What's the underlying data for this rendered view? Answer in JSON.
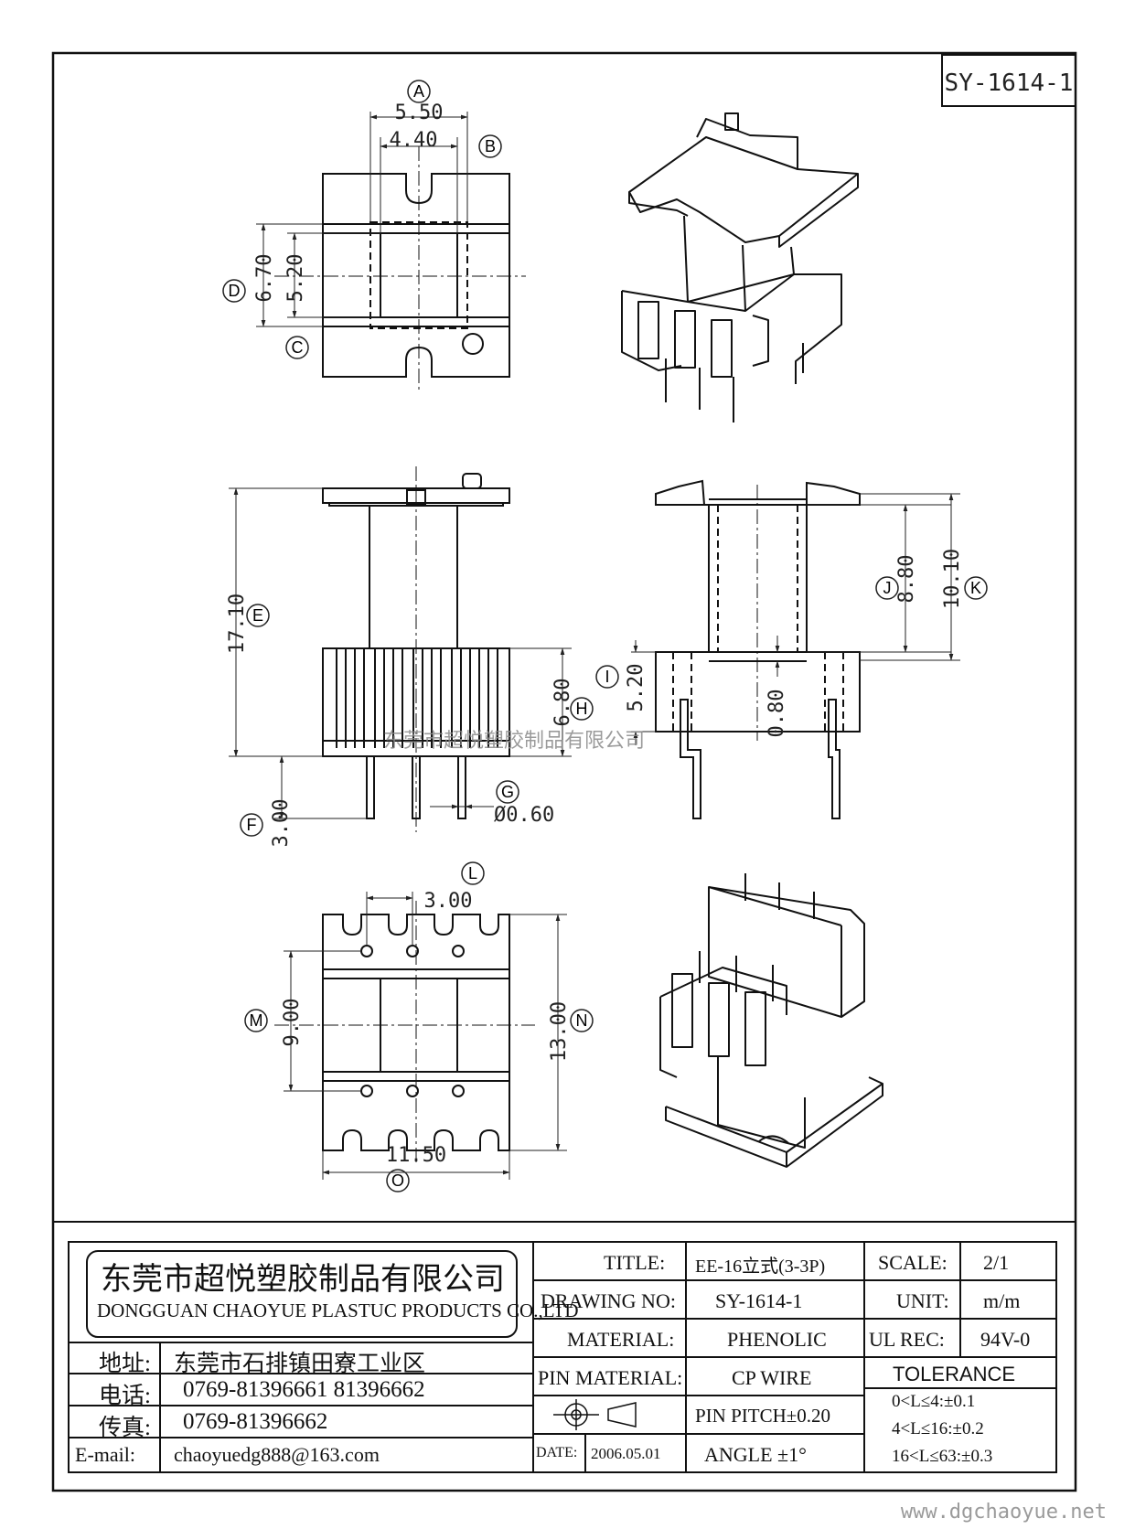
{
  "drawing_no_box": "SY-1614-1",
  "dimensions": {
    "A": "5.50",
    "B": "4.40",
    "D": "6.70",
    "D_inner": "5.20",
    "E": "17.10",
    "H": "6.80",
    "F": "3.00",
    "G": "Ø0.60",
    "I": "5.20",
    "J": "8.80",
    "K": "10.10",
    "center_gap": "0.80",
    "L": "3.00",
    "M": "9.00",
    "N": "13.00",
    "O": "11.50"
  },
  "callouts": [
    "A",
    "B",
    "C",
    "D",
    "E",
    "F",
    "G",
    "H",
    "I",
    "J",
    "K",
    "L",
    "M",
    "N",
    "O"
  ],
  "watermark_center": "东莞市超悦塑胶制品有限公司",
  "watermark_site": "www.dgchaoyue.net",
  "company": {
    "name_cn": "东莞市超悦塑胶制品有限公司",
    "name_en": "DONGGUAN CHAOYUE PLASTUC PRODUCTS CO.,LTD",
    "address_label": "地址:",
    "address": "东莞市石排镇田寮工业区",
    "phone_label": "电话:",
    "phone": "0769-81396661   81396662",
    "fax_label": "传真:",
    "fax": "0769-81396662",
    "email_label": "E-mail:",
    "email": "chaoyuedg888@163.com"
  },
  "title_block": {
    "title_label": "TITLE:",
    "title": "EE-16立式(3-3P)",
    "drawing_no_label": "DRAWING NO:",
    "drawing_no": "SY-1614-1",
    "material_label": "MATERIAL:",
    "material": "PHENOLIC",
    "pin_material_label": "PIN MATERIAL:",
    "pin_material": "CP WIRE",
    "date_label": "DATE:",
    "date": "2006.05.01",
    "pin_pitch": "PIN PITCH±0.20",
    "angle": "ANGLE  ±1°",
    "scale_label": "SCALE:",
    "scale": "2/1",
    "unit_label": "UNIT:",
    "unit": "m/m",
    "ul_label": "UL REC:",
    "ul": "94V-0",
    "tolerance_label": "TOLERANCE",
    "tolerances": [
      "0<L≤4:±0.1",
      "4<L≤16:±0.2",
      "16<L≤63:±0.3"
    ]
  }
}
